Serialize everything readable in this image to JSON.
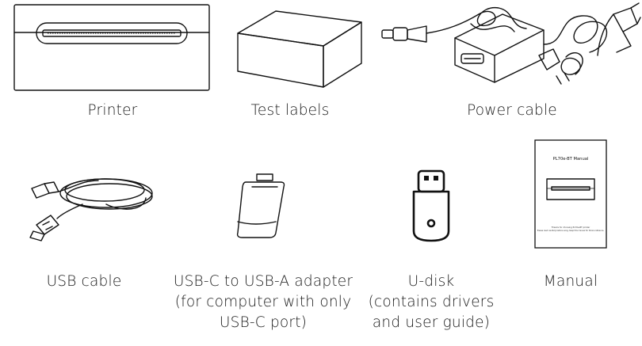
{
  "items": [
    {
      "id": "printer",
      "caption": [
        "Printer"
      ]
    },
    {
      "id": "test-labels",
      "caption": [
        "Test labels"
      ]
    },
    {
      "id": "power-cable",
      "caption": [
        "Power cable"
      ]
    },
    {
      "id": "usb-cable",
      "caption": [
        "USB cable"
      ]
    },
    {
      "id": "adapter",
      "caption": [
        "USB-C to USB-A adapter",
        "(for computer with only",
        "USB-C port)"
      ]
    },
    {
      "id": "u-disk",
      "caption": [
        "U-disk",
        "(contains drivers",
        "and user guide)"
      ]
    },
    {
      "id": "manual",
      "caption": [
        "Manual"
      ]
    }
  ],
  "manual_cover": {
    "title": "PL70e-BT Manual",
    "fine_print_1": "Thanks for choosing PL70e-BT printer",
    "fine_print_2": "Please read carefully before using. Keep this manual for future reference."
  }
}
